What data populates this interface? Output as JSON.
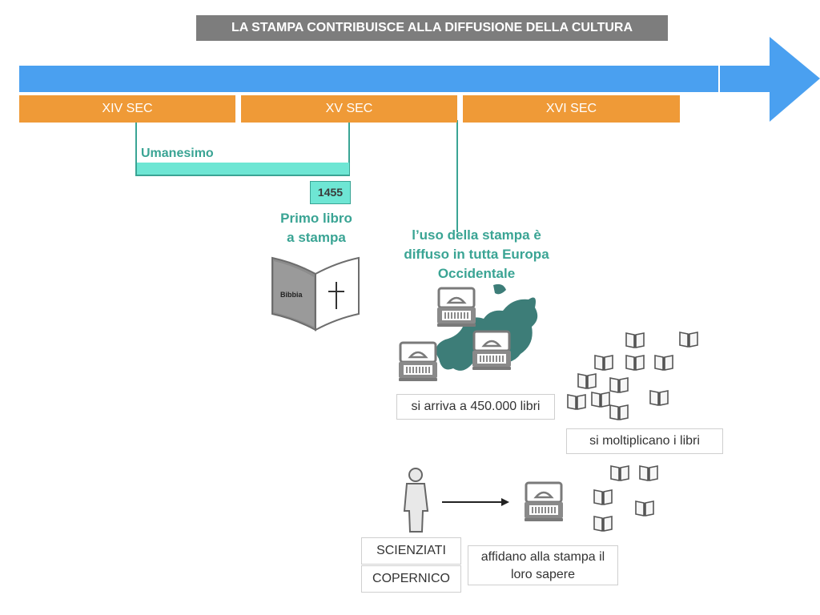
{
  "title": "LA STAMPA CONTRIBUISCE ALLA DIFFUSIONE DELLA CULTURA",
  "timeline": {
    "centuries": [
      "XIV SEC",
      "XV SEC",
      "XVI SEC"
    ],
    "colors": {
      "arrow": "#4aa0f0",
      "century": "#ef9a37",
      "teal": "#3aa494",
      "mint": "#6ee6d4"
    }
  },
  "umanesimo": {
    "label": "Umanesimo",
    "year": "1455"
  },
  "primo_libro": {
    "line1": "Primo libro",
    "line2": "a stampa",
    "book_label": "Bibbia"
  },
  "europa": {
    "line1": "l’uso della stampa è",
    "line2": "diffuso in tutta Europa",
    "line3": "Occidentale"
  },
  "boxes": {
    "arriva": "si arriva a 450.000 libri",
    "moltiplicano": "si moltiplicano i libri",
    "scienziati": "SCIENZIATI",
    "copernico": "COPERNICO",
    "affidano_1": "affidano alla stampa il",
    "affidano_2": "loro sapere"
  },
  "icons": [
    "book-icon",
    "typewriter-icon",
    "person-icon",
    "europe-map-icon"
  ]
}
